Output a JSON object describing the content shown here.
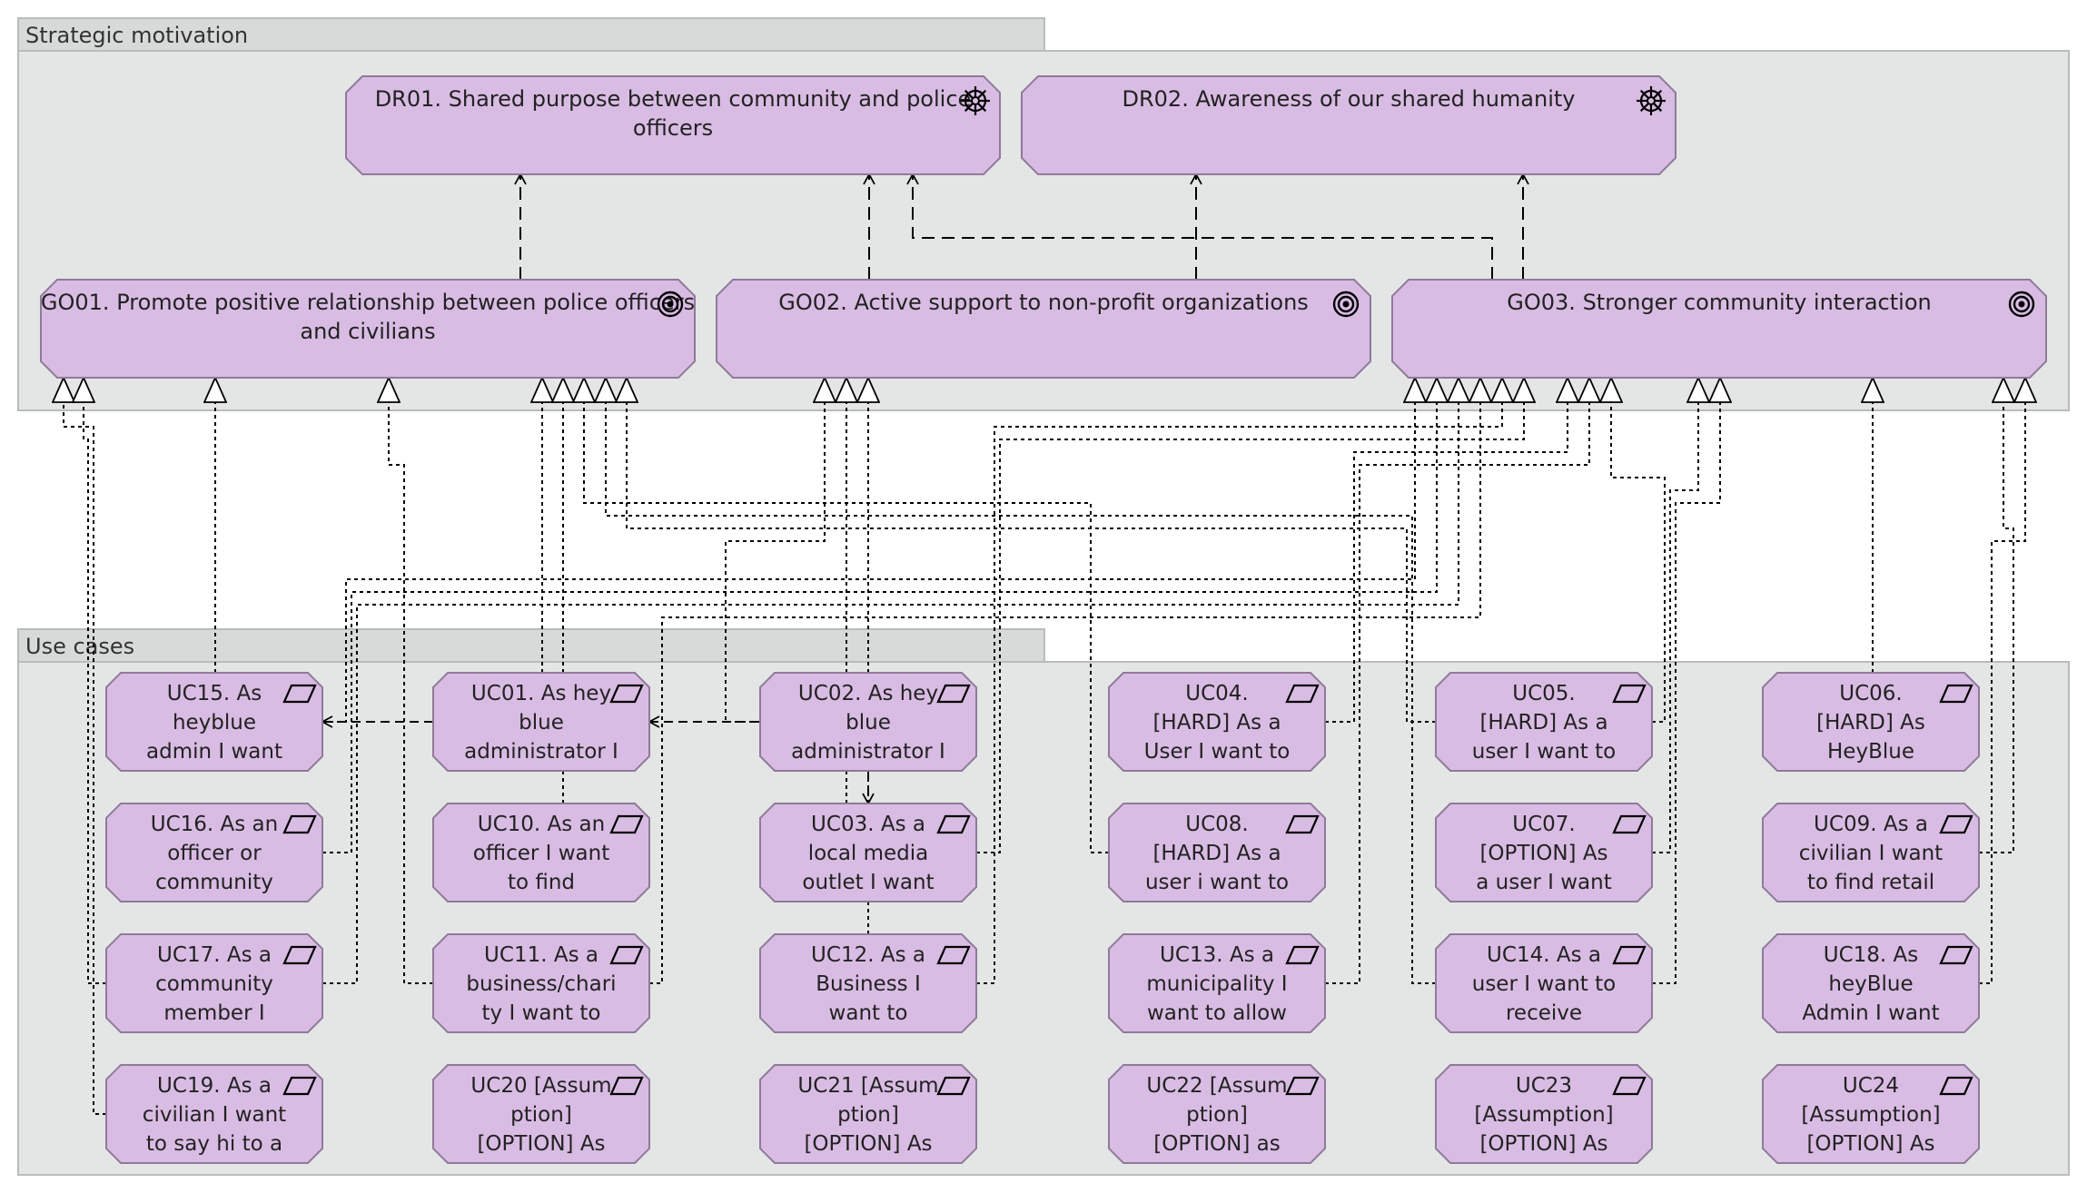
{
  "groups": {
    "strategic": "Strategic motivation",
    "usecases": "Use cases"
  },
  "colors": {
    "node_fill": "#d9bce3",
    "node_stroke": "#8f7a99",
    "group_fill": "#e4e6e6",
    "group_header": "#d8dada",
    "group_stroke": "#b8bcbc"
  },
  "drivers": [
    {
      "id": "DR01",
      "lines": [
        "DR01. Shared purpose between community and police",
        "officers"
      ],
      "icon": "driver-wheel-icon"
    },
    {
      "id": "DR02",
      "lines": [
        "DR02. Awareness of our shared humanity"
      ],
      "icon": "driver-wheel-icon"
    }
  ],
  "goals": [
    {
      "id": "GO01",
      "lines": [
        "GO01. Promote positive relationship between police officers",
        "and civilians"
      ],
      "icon": "goal-target-icon"
    },
    {
      "id": "GO02",
      "lines": [
        "GO02. Active support to non-profit organizations"
      ],
      "icon": "goal-target-icon"
    },
    {
      "id": "GO03",
      "lines": [
        "GO03. Stronger community interaction"
      ],
      "icon": "goal-target-icon"
    }
  ],
  "usecases": [
    {
      "id": "UC15",
      "lines": [
        "UC15. As",
        "heyblue",
        "admin I want"
      ]
    },
    {
      "id": "UC01",
      "lines": [
        "UC01. As hey",
        "blue",
        "administrator I"
      ]
    },
    {
      "id": "UC02",
      "lines": [
        "UC02. As hey",
        "blue",
        "administrator I"
      ]
    },
    {
      "id": "UC04",
      "lines": [
        "UC04.",
        "[HARD] As a",
        "User I want to"
      ]
    },
    {
      "id": "UC05",
      "lines": [
        "UC05.",
        "[HARD] As a",
        "user I want to"
      ]
    },
    {
      "id": "UC06",
      "lines": [
        "UC06.",
        "[HARD] As",
        "HeyBlue"
      ]
    },
    {
      "id": "UC16",
      "lines": [
        "UC16. As an",
        "officer or",
        "community"
      ]
    },
    {
      "id": "UC10",
      "lines": [
        "UC10. As an",
        "officer I want",
        "to find"
      ]
    },
    {
      "id": "UC03",
      "lines": [
        "UC03. As a",
        "local media",
        "outlet I want"
      ]
    },
    {
      "id": "UC08",
      "lines": [
        "UC08.",
        "[HARD] As a",
        "user i want to"
      ]
    },
    {
      "id": "UC07",
      "lines": [
        "UC07.",
        "[OPTION] As",
        "a user I want"
      ]
    },
    {
      "id": "UC09",
      "lines": [
        "UC09. As a",
        "civilian I want",
        "to find retail"
      ]
    },
    {
      "id": "UC17",
      "lines": [
        "UC17. As a",
        "community",
        "member I"
      ]
    },
    {
      "id": "UC11",
      "lines": [
        "UC11. As a",
        "business/chari",
        "ty I want to"
      ]
    },
    {
      "id": "UC12",
      "lines": [
        "UC12. As a",
        "Business I",
        "want to"
      ]
    },
    {
      "id": "UC13",
      "lines": [
        "UC13. As a",
        "municipality I",
        "want to allow"
      ]
    },
    {
      "id": "UC14",
      "lines": [
        "UC14. As a",
        "user I want to",
        "receive"
      ]
    },
    {
      "id": "UC18",
      "lines": [
        "UC18. As",
        "heyBlue",
        "Admin I want"
      ]
    },
    {
      "id": "UC19",
      "lines": [
        "UC19. As a",
        "civilian I want",
        "to say hi to a"
      ]
    },
    {
      "id": "UC20",
      "lines": [
        "UC20 [Assum",
        "ption]",
        "[OPTION] As"
      ]
    },
    {
      "id": "UC21",
      "lines": [
        "UC21 [Assum",
        "ption]",
        "[OPTION] As"
      ]
    },
    {
      "id": "UC22",
      "lines": [
        "UC22 [Assum",
        "ption]",
        "[OPTION] as"
      ]
    },
    {
      "id": "UC23",
      "lines": [
        "UC23",
        "[Assumption]",
        "[OPTION] As"
      ]
    },
    {
      "id": "UC24",
      "lines": [
        "UC24",
        "[Assumption]",
        "[OPTION] As"
      ]
    }
  ],
  "relations": {
    "influence": [
      [
        "GO01",
        "DR01"
      ],
      [
        "GO02",
        "DR01"
      ],
      [
        "GO03",
        "DR01"
      ],
      [
        "GO02",
        "DR02"
      ],
      [
        "GO03",
        "DR02"
      ]
    ],
    "realization": [
      [
        "UC19",
        "GO01"
      ],
      [
        "UC17",
        "GO01"
      ],
      [
        "UC15",
        "GO01"
      ],
      [
        "UC11",
        "GO01"
      ],
      [
        "UC01",
        "GO01"
      ],
      [
        "UC10",
        "GO01"
      ],
      [
        "UC08",
        "GO01"
      ],
      [
        "UC14",
        "GO01"
      ],
      [
        "UC05",
        "GO01"
      ],
      [
        "UC02",
        "GO02"
      ],
      [
        "UC03",
        "GO02"
      ],
      [
        "UC12",
        "GO02"
      ],
      [
        "UC15",
        "GO03"
      ],
      [
        "UC16",
        "GO03"
      ],
      [
        "UC17",
        "GO03"
      ],
      [
        "UC11",
        "GO03"
      ],
      [
        "UC12",
        "GO03"
      ],
      [
        "UC03",
        "GO03"
      ],
      [
        "UC04",
        "GO03"
      ],
      [
        "UC13",
        "GO03"
      ],
      [
        "UC05",
        "GO03"
      ],
      [
        "UC07",
        "GO03"
      ],
      [
        "UC14",
        "GO03"
      ],
      [
        "UC06",
        "GO03"
      ],
      [
        "UC09",
        "GO03"
      ],
      [
        "UC18",
        "GO03"
      ]
    ],
    "flow": [
      [
        "UC01",
        "UC15"
      ],
      [
        "UC02",
        "UC01"
      ],
      [
        "UC02",
        "UC03"
      ]
    ]
  }
}
